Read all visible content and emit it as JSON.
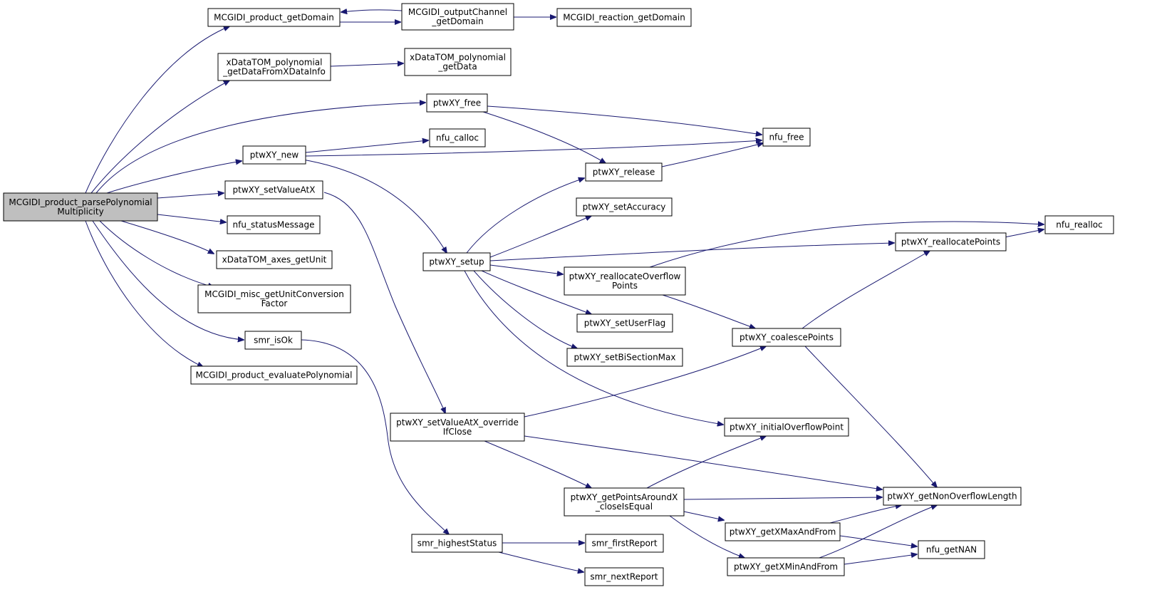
{
  "diagram": {
    "type": "call-graph",
    "root": "MCGIDI_product_parsePolynomialMultiplicity",
    "colors": {
      "edge": "#191970",
      "node_fill": "#ffffff",
      "root_fill": "#bfbfbf",
      "border": "#000000"
    },
    "nodes": [
      {
        "id": "root",
        "lines": [
          "MCGIDI_product_parsePolynomial",
          "Multiplicity"
        ],
        "root": true
      },
      {
        "id": "product_getDomain",
        "lines": [
          "MCGIDI_product_getDomain"
        ]
      },
      {
        "id": "outputChannel_getDomain",
        "lines": [
          "MCGIDI_outputChannel",
          "_getDomain"
        ]
      },
      {
        "id": "reaction_getDomain",
        "lines": [
          "MCGIDI_reaction_getDomain"
        ]
      },
      {
        "id": "poly_getDataFromXDataInfo",
        "lines": [
          "xDataTOM_polynomial",
          "_getDataFromXDataInfo"
        ]
      },
      {
        "id": "poly_getData",
        "lines": [
          "xDataTOM_polynomial",
          "_getData"
        ]
      },
      {
        "id": "ptwXY_free",
        "lines": [
          "ptwXY_free"
        ]
      },
      {
        "id": "nfu_free",
        "lines": [
          "nfu_free"
        ]
      },
      {
        "id": "nfu_calloc",
        "lines": [
          "nfu_calloc"
        ]
      },
      {
        "id": "ptwXY_new",
        "lines": [
          "ptwXY_new"
        ]
      },
      {
        "id": "ptwXY_release",
        "lines": [
          "ptwXY_release"
        ]
      },
      {
        "id": "ptwXY_setValueAtX",
        "lines": [
          "ptwXY_setValueAtX"
        ]
      },
      {
        "id": "nfu_statusMessage",
        "lines": [
          "nfu_statusMessage"
        ]
      },
      {
        "id": "ptwXY_setAccuracy",
        "lines": [
          "ptwXY_setAccuracy"
        ]
      },
      {
        "id": "nfu_realloc",
        "lines": [
          "nfu_realloc"
        ]
      },
      {
        "id": "ptwXY_reallocatePoints",
        "lines": [
          "ptwXY_reallocatePoints"
        ]
      },
      {
        "id": "ptwXY_setup",
        "lines": [
          "ptwXY_setup"
        ]
      },
      {
        "id": "axes_getUnit",
        "lines": [
          "xDataTOM_axes_getUnit"
        ]
      },
      {
        "id": "ptwXY_reallocateOverflowPoints",
        "lines": [
          "ptwXY_reallocateOverflow",
          "Points"
        ]
      },
      {
        "id": "misc_getUnitConversionFactor",
        "lines": [
          "MCGIDI_misc_getUnitConversion",
          "Factor"
        ]
      },
      {
        "id": "ptwXY_setUserFlag",
        "lines": [
          "ptwXY_setUserFlag"
        ]
      },
      {
        "id": "ptwXY_coalescePoints",
        "lines": [
          "ptwXY_coalescePoints"
        ]
      },
      {
        "id": "smr_isOk",
        "lines": [
          "smr_isOk"
        ]
      },
      {
        "id": "ptwXY_setBiSectionMax",
        "lines": [
          "ptwXY_setBiSectionMax"
        ]
      },
      {
        "id": "evaluatePolynomial",
        "lines": [
          "MCGIDI_product_evaluatePolynomial"
        ]
      },
      {
        "id": "ptwXY_setValueAtX_overrideIfClose",
        "lines": [
          "ptwXY_setValueAtX_override",
          "IfClose"
        ]
      },
      {
        "id": "ptwXY_initialOverflowPoint",
        "lines": [
          "ptwXY_initialOverflowPoint"
        ]
      },
      {
        "id": "ptwXY_getPointsAroundX_closeIsEqual",
        "lines": [
          "ptwXY_getPointsAroundX",
          "_closeIsEqual"
        ]
      },
      {
        "id": "ptwXY_getNonOverflowLength",
        "lines": [
          "ptwXY_getNonOverflowLength"
        ]
      },
      {
        "id": "ptwXY_getXMaxAndFrom",
        "lines": [
          "ptwXY_getXMaxAndFrom"
        ]
      },
      {
        "id": "smr_highestStatus",
        "lines": [
          "smr_highestStatus"
        ]
      },
      {
        "id": "smr_firstReport",
        "lines": [
          "smr_firstReport"
        ]
      },
      {
        "id": "nfu_getNAN",
        "lines": [
          "nfu_getNAN"
        ]
      },
      {
        "id": "ptwXY_getXMinAndFrom",
        "lines": [
          "ptwXY_getXMinAndFrom"
        ]
      },
      {
        "id": "smr_nextReport",
        "lines": [
          "smr_nextReport"
        ]
      }
    ],
    "edges": [
      {
        "from": "root",
        "to": "product_getDomain"
      },
      {
        "from": "root",
        "to": "poly_getDataFromXDataInfo"
      },
      {
        "from": "root",
        "to": "ptwXY_free"
      },
      {
        "from": "root",
        "to": "ptwXY_new"
      },
      {
        "from": "root",
        "to": "ptwXY_setValueAtX"
      },
      {
        "from": "root",
        "to": "nfu_statusMessage"
      },
      {
        "from": "root",
        "to": "axes_getUnit"
      },
      {
        "from": "root",
        "to": "misc_getUnitConversionFactor"
      },
      {
        "from": "root",
        "to": "smr_isOk"
      },
      {
        "from": "root",
        "to": "evaluatePolynomial"
      },
      {
        "from": "product_getDomain",
        "to": "outputChannel_getDomain"
      },
      {
        "from": "outputChannel_getDomain",
        "to": "product_getDomain"
      },
      {
        "from": "outputChannel_getDomain",
        "to": "reaction_getDomain"
      },
      {
        "from": "poly_getDataFromXDataInfo",
        "to": "poly_getData"
      },
      {
        "from": "ptwXY_free",
        "to": "nfu_free"
      },
      {
        "from": "ptwXY_free",
        "to": "ptwXY_release"
      },
      {
        "from": "ptwXY_new",
        "to": "nfu_calloc"
      },
      {
        "from": "ptwXY_new",
        "to": "nfu_free"
      },
      {
        "from": "ptwXY_new",
        "to": "ptwXY_setup"
      },
      {
        "from": "ptwXY_release",
        "to": "nfu_free"
      },
      {
        "from": "ptwXY_setValueAtX",
        "to": "ptwXY_setValueAtX_overrideIfClose"
      },
      {
        "from": "ptwXY_setup",
        "to": "ptwXY_release"
      },
      {
        "from": "ptwXY_setup",
        "to": "ptwXY_setAccuracy"
      },
      {
        "from": "ptwXY_setup",
        "to": "ptwXY_reallocatePoints"
      },
      {
        "from": "ptwXY_setup",
        "to": "ptwXY_reallocateOverflowPoints"
      },
      {
        "from": "ptwXY_setup",
        "to": "ptwXY_setUserFlag"
      },
      {
        "from": "ptwXY_setup",
        "to": "ptwXY_setBiSectionMax"
      },
      {
        "from": "ptwXY_setup",
        "to": "ptwXY_initialOverflowPoint"
      },
      {
        "from": "ptwXY_reallocatePoints",
        "to": "nfu_realloc"
      },
      {
        "from": "ptwXY_reallocateOverflowPoints",
        "to": "nfu_realloc"
      },
      {
        "from": "ptwXY_reallocateOverflowPoints",
        "to": "ptwXY_coalescePoints"
      },
      {
        "from": "ptwXY_coalescePoints",
        "to": "ptwXY_reallocatePoints"
      },
      {
        "from": "ptwXY_coalescePoints",
        "to": "ptwXY_getNonOverflowLength"
      },
      {
        "from": "smr_isOk",
        "to": "smr_highestStatus"
      },
      {
        "from": "ptwXY_setValueAtX_overrideIfClose",
        "to": "ptwXY_coalescePoints"
      },
      {
        "from": "ptwXY_setValueAtX_overrideIfClose",
        "to": "ptwXY_getNonOverflowLength"
      },
      {
        "from": "ptwXY_setValueAtX_overrideIfClose",
        "to": "ptwXY_getPointsAroundX_closeIsEqual"
      },
      {
        "from": "ptwXY_getPointsAroundX_closeIsEqual",
        "to": "ptwXY_initialOverflowPoint"
      },
      {
        "from": "ptwXY_getPointsAroundX_closeIsEqual",
        "to": "ptwXY_getNonOverflowLength"
      },
      {
        "from": "ptwXY_getPointsAroundX_closeIsEqual",
        "to": "ptwXY_getXMaxAndFrom"
      },
      {
        "from": "ptwXY_getPointsAroundX_closeIsEqual",
        "to": "ptwXY_getXMinAndFrom"
      },
      {
        "from": "ptwXY_getXMaxAndFrom",
        "to": "ptwXY_getNonOverflowLength"
      },
      {
        "from": "ptwXY_getXMaxAndFrom",
        "to": "nfu_getNAN"
      },
      {
        "from": "ptwXY_getXMinAndFrom",
        "to": "ptwXY_getNonOverflowLength"
      },
      {
        "from": "ptwXY_getXMinAndFrom",
        "to": "nfu_getNAN"
      },
      {
        "from": "smr_highestStatus",
        "to": "smr_firstReport"
      },
      {
        "from": "smr_highestStatus",
        "to": "smr_nextReport"
      }
    ]
  }
}
